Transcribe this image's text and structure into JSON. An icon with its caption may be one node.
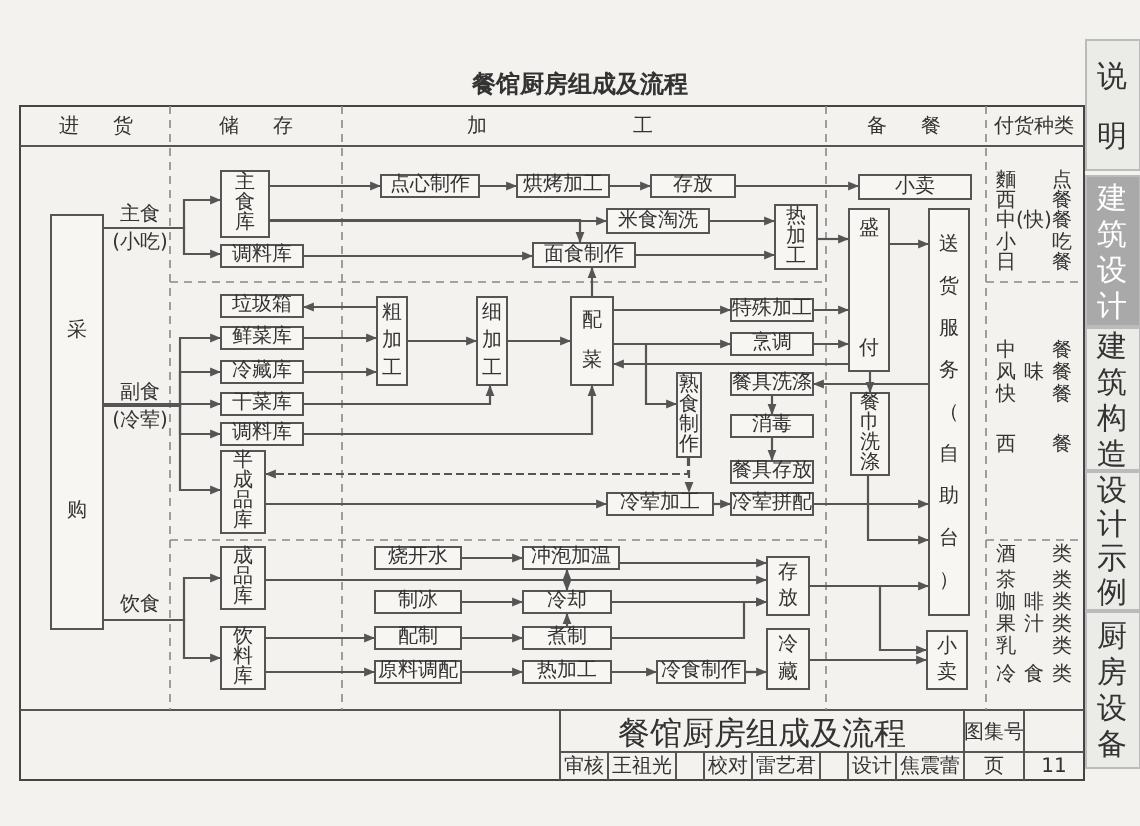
{
  "diagram": {
    "title": "餐馆厨房组成及流程",
    "nodes": [
      {
        "text": [
          "采购"
        ]
      },
      {
        "text": [
          "主食库"
        ]
      },
      {
        "text": [
          "调料库"
        ]
      },
      {
        "text": [
          "垃圾箱"
        ]
      },
      {
        "text": [
          "鲜菜库"
        ]
      },
      {
        "text": [
          "冷藏库"
        ]
      },
      {
        "text": [
          "干菜库"
        ]
      },
      {
        "text": [
          "调料库"
        ]
      },
      {
        "text": [
          "半成品库"
        ]
      },
      {
        "text": [
          "成品库"
        ]
      },
      {
        "text": [
          "饮料库"
        ]
      },
      {
        "text": [
          "点心制作"
        ]
      },
      {
        "text": [
          "烘烤加工"
        ]
      },
      {
        "text": [
          "存放"
        ]
      },
      {
        "text": [
          "米食淘洗"
        ]
      },
      {
        "text": [
          "面食制作"
        ]
      },
      {
        "text": [
          "热加工"
        ]
      },
      {
        "text": [
          "小卖"
        ]
      },
      {
        "text": [
          "盛付"
        ]
      },
      {
        "text": [
          "送货服务（自助台）"
        ]
      },
      {
        "text": [
          "粗加工"
        ]
      },
      {
        "text": [
          "细加工"
        ]
      },
      {
        "text": [
          "配菜"
        ]
      },
      {
        "text": [
          "特殊加工"
        ]
      },
      {
        "text": [
          "烹调"
        ]
      },
      {
        "text": [
          "熟食制作"
        ]
      },
      {
        "text": [
          "餐具洗涤"
        ]
      },
      {
        "text": [
          "消毒"
        ]
      },
      {
        "text": [
          "餐具存放"
        ]
      },
      {
        "text": [
          "餐巾洗涤"
        ]
      },
      {
        "text": [
          "冷荤加工"
        ]
      },
      {
        "text": [
          "冷荤拼配"
        ]
      },
      {
        "text": [
          "烧开水"
        ]
      },
      {
        "text": [
          "冲泡加温"
        ]
      },
      {
        "text": [
          "制冰"
        ]
      },
      {
        "text": [
          "冷却"
        ]
      },
      {
        "text": [
          "配制"
        ]
      },
      {
        "text": [
          "煮制"
        ]
      },
      {
        "text": [
          "原料调配"
        ]
      },
      {
        "text": [
          "热加工"
        ]
      },
      {
        "text": [
          "冷食制作"
        ]
      },
      {
        "text": [
          "存放"
        ]
      },
      {
        "text": [
          "冷藏"
        ]
      },
      {
        "text": [
          "小卖"
        ]
      }
    ],
    "edges": [
      {
        "from": 0,
        "to": 1,
        "arrow": "to"
      },
      {
        "from": 0,
        "to": 2,
        "arrow": "to"
      },
      {
        "from": 0,
        "to": 4,
        "arrow": "to"
      },
      {
        "from": 0,
        "to": 5,
        "arrow": "to"
      },
      {
        "from": 0,
        "to": 6,
        "arrow": "to"
      },
      {
        "from": 0,
        "to": 7,
        "arrow": "to"
      },
      {
        "from": 0,
        "to": 8,
        "arrow": "to"
      },
      {
        "from": 0,
        "to": 9,
        "arrow": "to"
      },
      {
        "from": 0,
        "to": 10,
        "arrow": "to"
      },
      {
        "from": 1,
        "to": 11,
        "arrow": "to"
      },
      {
        "from": 1,
        "to": 14,
        "arrow": "to"
      },
      {
        "from": 1,
        "to": 15,
        "arrow": "to"
      },
      {
        "from": 2,
        "to": 15,
        "arrow": "to"
      },
      {
        "from": 11,
        "to": 12,
        "arrow": "to"
      },
      {
        "from": 12,
        "to": 13,
        "arrow": "to"
      },
      {
        "from": 13,
        "to": 17,
        "arrow": "to"
      },
      {
        "from": 14,
        "to": 16,
        "arrow": "to"
      },
      {
        "from": 15,
        "to": 16,
        "arrow": "to"
      },
      {
        "from": 16,
        "to": 18,
        "arrow": "to"
      },
      {
        "from": 22,
        "to": 15,
        "arrow": "to"
      },
      {
        "from": 20,
        "to": 3,
        "arrow": "to"
      },
      {
        "from": 4,
        "to": 20,
        "arrow": "to"
      },
      {
        "from": 5,
        "to": 20,
        "arrow": "to"
      },
      {
        "from": 20,
        "to": 21,
        "arrow": "to"
      },
      {
        "from": 21,
        "to": 22,
        "arrow": "to"
      },
      {
        "from": 6,
        "to": 21,
        "arrow": "to"
      },
      {
        "from": 7,
        "to": 22,
        "arrow": "to"
      },
      {
        "from": 8,
        "to": 30,
        "arrow": "to"
      },
      {
        "from": 25,
        "to": 8,
        "arrow": "to",
        "style": "dashed"
      },
      {
        "from": 25,
        "to": 30,
        "arrow": "to",
        "style": "dashed"
      },
      {
        "from": 22,
        "to": 23,
        "arrow": "to"
      },
      {
        "from": 22,
        "to": 24,
        "arrow": "to"
      },
      {
        "from": 22,
        "to": 25,
        "arrow": "to"
      },
      {
        "from": 23,
        "to": 18,
        "arrow": "to"
      },
      {
        "from": 24,
        "to": 18,
        "arrow": "to"
      },
      {
        "from": 18,
        "to": 22,
        "arrow": "to"
      },
      {
        "from": 19,
        "to": 26,
        "arrow": "to"
      },
      {
        "from": 26,
        "to": 27,
        "arrow": "to"
      },
      {
        "from": 27,
        "to": 28,
        "arrow": "to"
      },
      {
        "from": 18,
        "to": 29,
        "arrow": "to"
      },
      {
        "from": 18,
        "to": 19,
        "arrow": "to"
      },
      {
        "from": 30,
        "to": 31,
        "arrow": "to"
      },
      {
        "from": 31,
        "to": 19,
        "arrow": "to"
      },
      {
        "from": 29,
        "to": 19,
        "arrow": "to"
      },
      {
        "from": 32,
        "to": 33,
        "arrow": "to"
      },
      {
        "from": 34,
        "to": 35,
        "arrow": "to"
      },
      {
        "from": 36,
        "to": 37,
        "arrow": "to"
      },
      {
        "from": 38,
        "to": 39,
        "arrow": "to"
      },
      {
        "from": 39,
        "to": 40,
        "arrow": "to"
      },
      {
        "from": 40,
        "to": 42,
        "arrow": "to"
      },
      {
        "from": 37,
        "to": 35,
        "arrow": "to"
      },
      {
        "from": 33,
        "to": 35,
        "arrow": "both"
      },
      {
        "from": 9,
        "to": 41,
        "arrow": "to"
      },
      {
        "from": 10,
        "to": 36,
        "arrow": "to"
      },
      {
        "from": 10,
        "to": 38,
        "arrow": "to"
      },
      {
        "from": 33,
        "to": 41,
        "arrow": "to"
      },
      {
        "from": 35,
        "to": 41,
        "arrow": "to"
      },
      {
        "from": 37,
        "to": 41,
        "arrow": "to"
      },
      {
        "from": 41,
        "to": 19,
        "arrow": "to"
      },
      {
        "from": 41,
        "to": 43,
        "arrow": "to"
      },
      {
        "from": 42,
        "to": 43,
        "arrow": "to"
      }
    ],
    "labels": [
      "进 货",
      "储 存",
      "加 工",
      "备 餐",
      "付货种类",
      "主食",
      "(小吃)",
      "副食",
      "(冷荤)",
      "饮食",
      "麵点",
      "西餐",
      "中(快)餐",
      "小吃",
      "日餐",
      "中餐",
      "风味餐",
      "快餐",
      "西餐",
      "酒类",
      "茶类",
      "咖啡类",
      "果汁类",
      "乳类",
      "冷食类",
      "说明",
      "建筑设计",
      "建筑构造",
      "设计示例",
      "厨房设备",
      "餐馆厨房组成及流程",
      "图集号",
      "审核",
      "王祖光",
      "校对",
      "雷艺君",
      "设计",
      "焦震蕾",
      "页",
      "11"
    ]
  }
}
